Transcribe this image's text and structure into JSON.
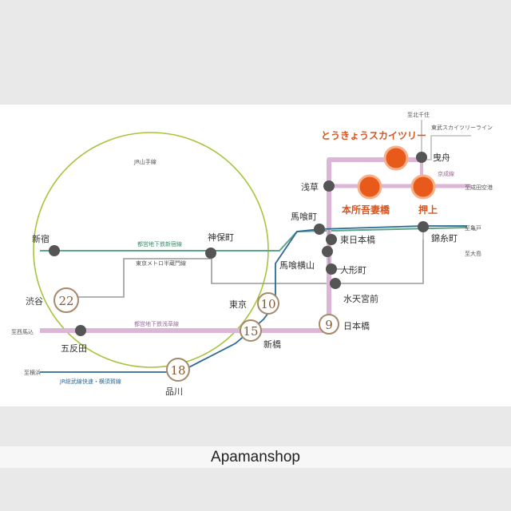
{
  "stations": {
    "shinjuku": "新宿",
    "shibuya": "渋谷",
    "gotanda": "五反田",
    "shinagawa": "品川",
    "jimbocho": "神保町",
    "tokyo": "東京",
    "shimbashi": "新橋",
    "nihombashi": "日本橋",
    "asakusa": "浅草",
    "bakurocho": "馬喰町",
    "higashinihombashi": "東日本橋",
    "bakuroyokoyama": "馬喰横山",
    "ningyocho": "人形町",
    "suitengumae": "水天宮前",
    "honjoazumabashi": "本所吾妻橋",
    "oshiage": "押上",
    "hikifune": "曳舟",
    "kinshicho": "錦糸町",
    "skytree": "とうきょうスカイツリー"
  },
  "line_labels": {
    "yamanote": "JR山手線",
    "shinjuku_line": "都営地下鉄新宿線",
    "hanzomon": "東京メトロ半蔵門線",
    "asakusa_line": "都営地下鉄浅草線",
    "sobu_yokosuka": "JR総武線快速・横須賀線",
    "skytree_line": "東武スカイツリーライン",
    "keisei": "京成線"
  },
  "destinations": {
    "kitasenju": "至北千住",
    "narita": "至成田空港",
    "kameido": "至亀戸",
    "ojima": "至大島",
    "nishimagome": "至西馬込",
    "yokohama": "至横浜"
  },
  "minutes": {
    "shibuya": "22",
    "tokyo": "10",
    "shimbashi": "15",
    "shinagawa": "18",
    "nihombashi": "9"
  },
  "colors": {
    "yamanote": "#a6c43c",
    "shinjuku_line": "#5fa58a",
    "hanzomon": "#9a9a9a",
    "asakusa_line": "#dcb6d6",
    "sobu": "#2e6a94",
    "highlight": "#e85a1a",
    "station_dot": "#555555"
  },
  "watermark": "Apamanshop"
}
